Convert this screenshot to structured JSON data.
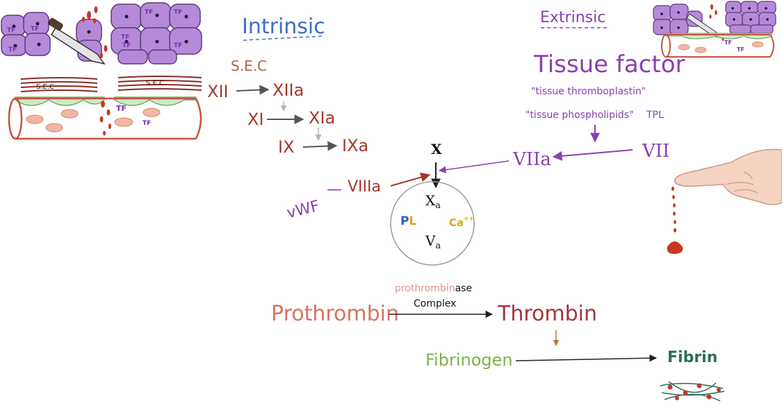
{
  "colors": {
    "intrinsic_blue": "#3d6fc4",
    "extrinsic_purple": "#8a3fb0",
    "cell_purple": "#b58ad8",
    "cell_outline": "#5b3a78",
    "vessel_red": "#c4533a",
    "factor_red": "#a3382b",
    "arrow_gray": "#555555",
    "light_gray": "#b5b5b5",
    "pl_blue": "#2d5cc8",
    "ca_orange": "#e0a21a",
    "prothrombin_pink": "#d9735f",
    "thrombin_red": "#a8343c",
    "fibrinogen_green": "#7fb24a",
    "fibrin_green": "#2f6e57",
    "drop_red": "#c7391f"
  },
  "icons": {
    "knife": "knife-icon",
    "hand": "pointing-hand-icon",
    "blood": "blood-drop-icon"
  },
  "intrinsic": {
    "title": "Intrinsic",
    "sec": "S.E.C",
    "sec_label_left": "S.E.C",
    "sec_label_right": "S.E.C",
    "tf": "TF",
    "factors": [
      {
        "inactive": "XII",
        "active": "XIIa"
      },
      {
        "inactive": "XI",
        "active": "XIa"
      },
      {
        "inactive": "IX",
        "active": "IXa"
      }
    ],
    "cofactor": {
      "vwf": "vWF",
      "dash": "—",
      "viii": "VIIIa"
    }
  },
  "extrinsic": {
    "title": "Extrinsic",
    "tissue_factor": "Tissue factor",
    "alias1": "\"tissue thromboplastin\"",
    "alias2": "\"tissue phospholipids\"",
    "tpl": "TPL",
    "tf": "TF",
    "vii": "VII",
    "viia": "VIIa"
  },
  "common": {
    "x": "X",
    "xa_main": "X",
    "xa_sub": "a",
    "va_main": "V",
    "va_sub": "a",
    "pl_p": "P",
    "pl_l": "L",
    "ca": "Ca",
    "ca_sup": "++",
    "prothrombin": "Prothrombin",
    "enzyme_part1": "prothrombin",
    "enzyme_part2": "ase",
    "complex": "Complex",
    "thrombin": "Thrombin",
    "fibrinogen": "Fibrinogen",
    "fibrin": "Fibrin"
  }
}
